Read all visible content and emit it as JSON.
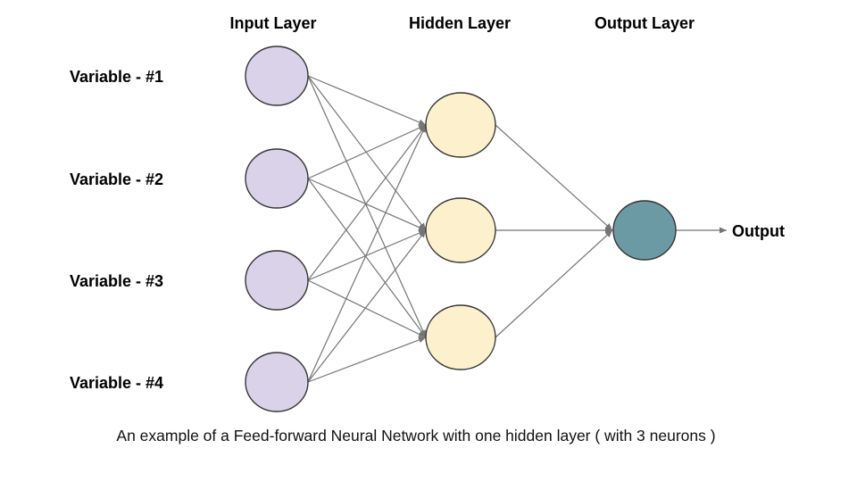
{
  "diagram": {
    "title_input_layer": "Input Layer",
    "title_hidden_layer": "Hidden Layer",
    "title_output_layer": "Output Layer",
    "input_labels": [
      "Variable - #1",
      "Variable - #2",
      "Variable - #3",
      "Variable - #4"
    ],
    "output_label": "Output",
    "caption": "An example of a Feed-forward Neural Network with one hidden layer ( with 3 neurons )",
    "structure": {
      "input_neurons": 4,
      "hidden_neurons": 3,
      "output_neurons": 1
    },
    "colors": {
      "input_node_fill": "#d9d2e9",
      "hidden_node_fill": "#fdf0cd",
      "output_node_fill": "#6b9aa4",
      "node_border": "#343434",
      "edge_stroke": "#757575",
      "text": "#000000"
    }
  }
}
